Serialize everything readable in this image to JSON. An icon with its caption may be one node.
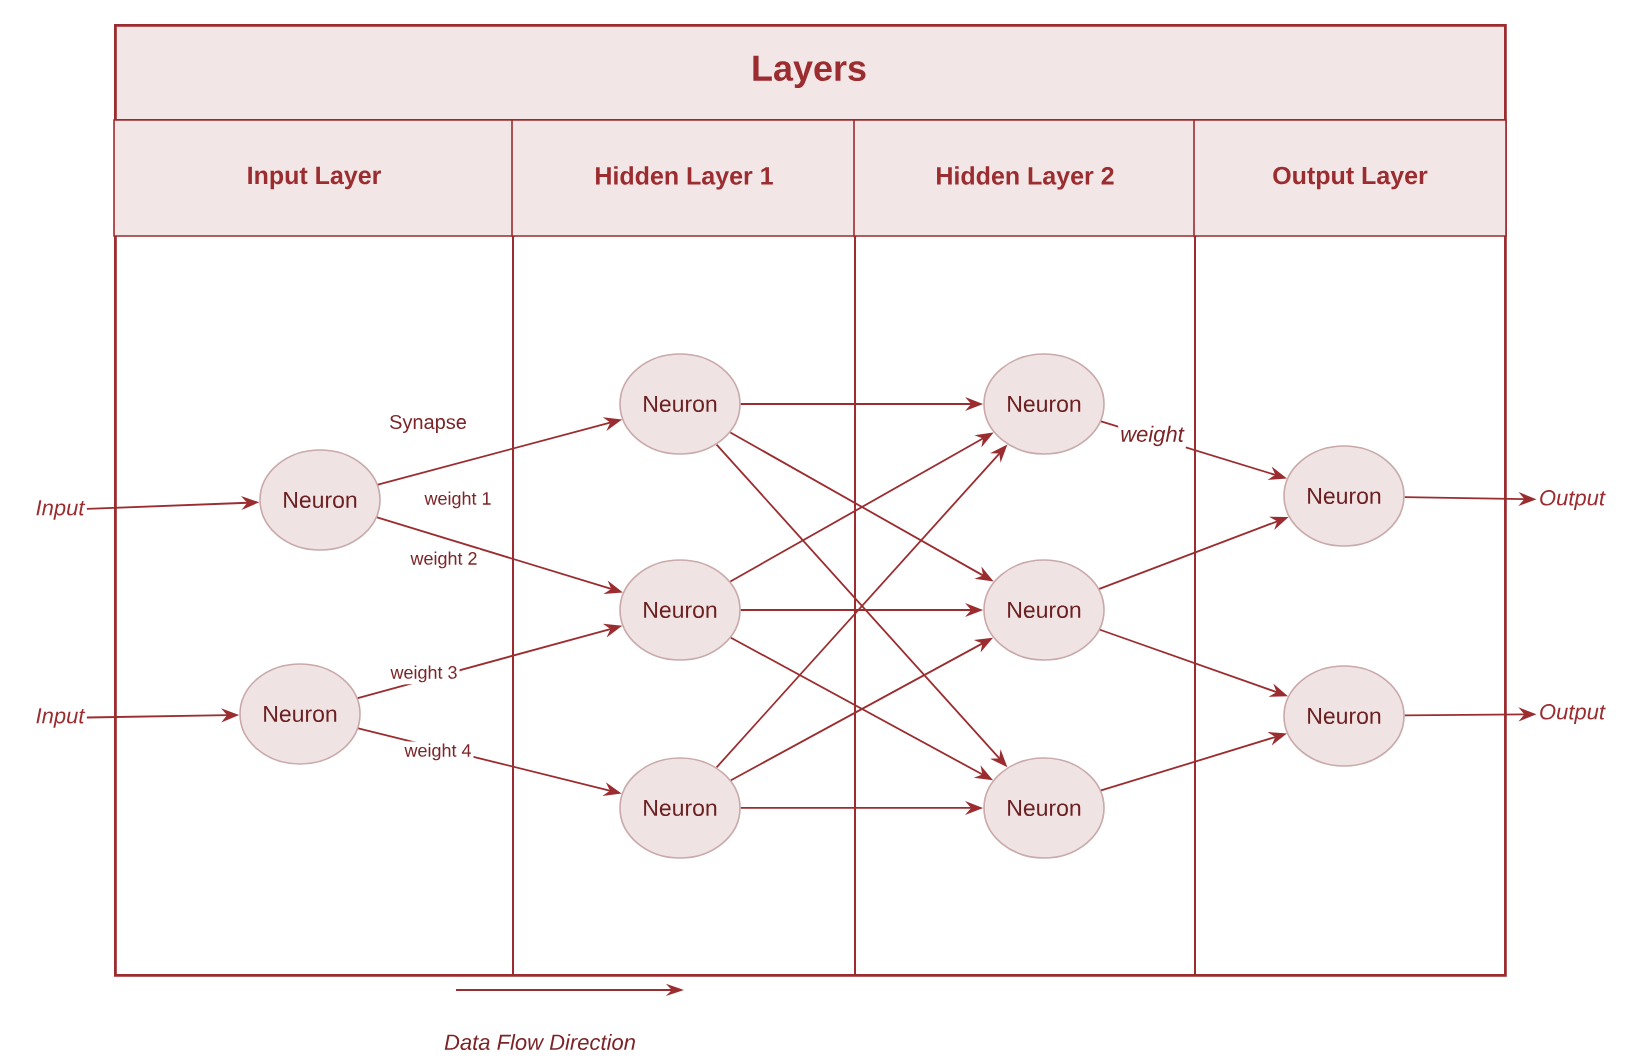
{
  "diagram": {
    "nodes": [
      {
        "text": [
          "Layers"
        ]
      },
      {
        "text": [
          "Input Layer"
        ],
        "in": 0
      },
      {
        "text": [
          "Hidden Layer 1"
        ],
        "in": 0
      },
      {
        "text": [
          "Hidden Layer 2"
        ],
        "in": 0
      },
      {
        "text": [
          "Output Layer"
        ],
        "in": 0
      },
      {
        "text": [
          "Neuron"
        ],
        "in": 1
      },
      {
        "text": [
          "Neuron"
        ],
        "in": 1
      },
      {
        "text": [
          "Neuron"
        ],
        "in": 2
      },
      {
        "text": [
          "Neuron"
        ],
        "in": 2
      },
      {
        "text": [
          "Neuron"
        ],
        "in": 2
      },
      {
        "text": [
          "Neuron"
        ],
        "in": 3
      },
      {
        "text": [
          "Neuron"
        ],
        "in": 3
      },
      {
        "text": [
          "Neuron"
        ],
        "in": 3
      },
      {
        "text": [
          "Neuron"
        ],
        "in": 4
      },
      {
        "text": [
          "Neuron"
        ],
        "in": 4
      },
      {
        "text": [
          "Input"
        ]
      },
      {
        "text": [
          "Input"
        ]
      },
      {
        "text": [
          "Output"
        ]
      },
      {
        "text": [
          "Output"
        ]
      }
    ],
    "edges": [
      {
        "from": 15,
        "to": 5,
        "arrow": "to"
      },
      {
        "from": 16,
        "to": 6,
        "arrow": "to"
      },
      {
        "from": 5,
        "to": 7,
        "arrow": "to",
        "label": "weight 1"
      },
      {
        "from": 5,
        "to": 8,
        "arrow": "to",
        "label": "weight 2"
      },
      {
        "from": 6,
        "to": 8,
        "arrow": "to",
        "label": "weight 3"
      },
      {
        "from": 6,
        "to": 9,
        "arrow": "to",
        "label": "weight 4"
      },
      {
        "from": 7,
        "to": 10,
        "arrow": "to"
      },
      {
        "from": 7,
        "to": 11,
        "arrow": "to"
      },
      {
        "from": 7,
        "to": 12,
        "arrow": "to"
      },
      {
        "from": 8,
        "to": 10,
        "arrow": "to"
      },
      {
        "from": 8,
        "to": 11,
        "arrow": "to"
      },
      {
        "from": 8,
        "to": 12,
        "arrow": "to"
      },
      {
        "from": 9,
        "to": 10,
        "arrow": "to"
      },
      {
        "from": 9,
        "to": 11,
        "arrow": "to"
      },
      {
        "from": 9,
        "to": 12,
        "arrow": "to"
      },
      {
        "from": 10,
        "to": 13,
        "arrow": "to",
        "label": "weight"
      },
      {
        "from": 11,
        "to": 13,
        "arrow": "to"
      },
      {
        "from": 11,
        "to": 14,
        "arrow": "to"
      },
      {
        "from": 12,
        "to": 14,
        "arrow": "to"
      },
      {
        "from": 13,
        "to": 17,
        "arrow": "to"
      },
      {
        "from": 14,
        "to": 18,
        "arrow": "to"
      }
    ],
    "labels": [
      "Synapse",
      "Data Flow Direction"
    ]
  }
}
